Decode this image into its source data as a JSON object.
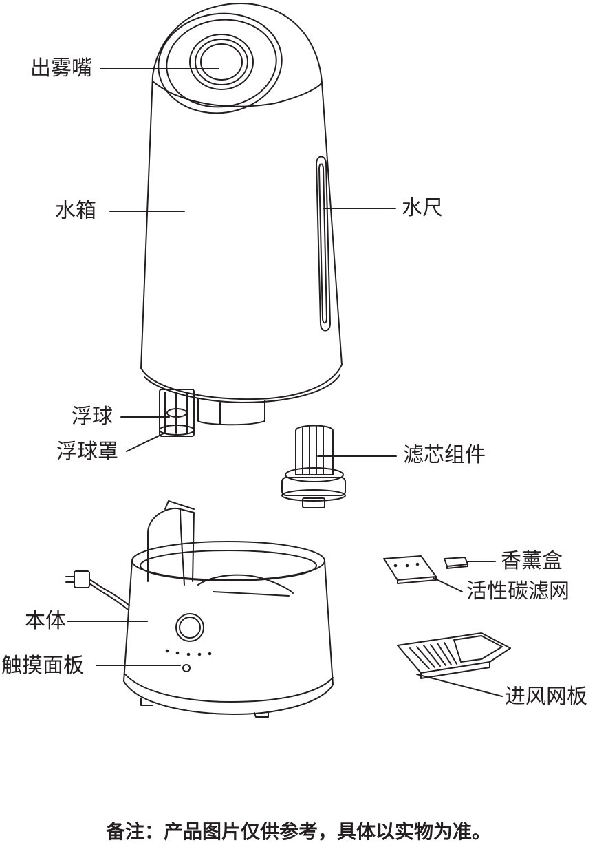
{
  "labels": {
    "mist_outlet": "出雾嘴",
    "water_tank": "水箱",
    "water_gauge": "水尺",
    "float": "浮球",
    "float_cover": "浮球罩",
    "filter_assembly": "滤芯组件",
    "aroma_box": "香薰盒",
    "carbon_filter": "活性碳滤网",
    "base_body": "本体",
    "touch_panel": "触摸面板",
    "air_inlet_mesh": "进风网板"
  },
  "note": "备注：产品图片仅供参考，具体以实物为准。",
  "colors": {
    "line": "#231f20",
    "background": "#ffffff"
  }
}
